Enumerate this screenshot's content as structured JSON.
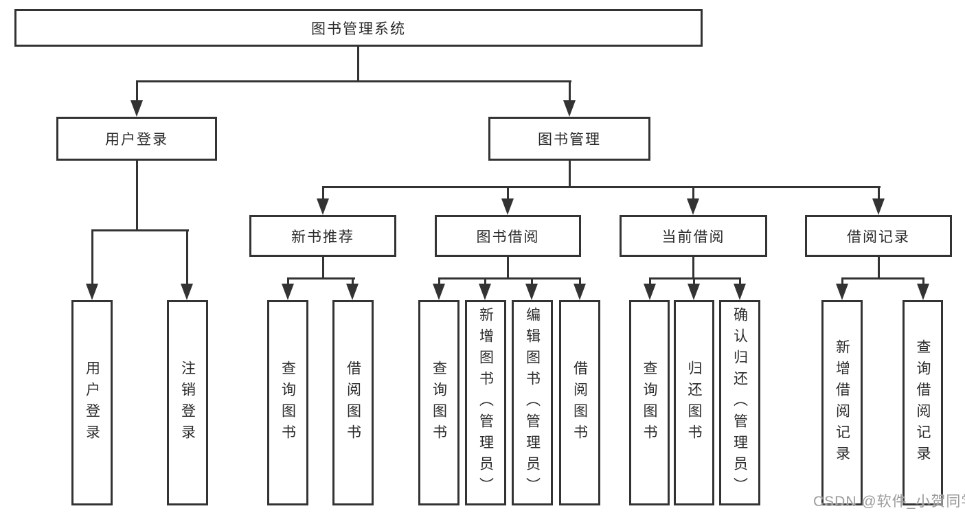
{
  "colors": {
    "line": "#333333",
    "box-border": "#333333",
    "text": "#2b2b2b",
    "background": "#ffffff",
    "watermark": "#9c9c9c"
  },
  "tree": {
    "root": {
      "label": "图书管理系统"
    },
    "branches": [
      {
        "label": "用户登录",
        "children": [
          {
            "label": "用户登录"
          },
          {
            "label": "注销登录"
          }
        ]
      },
      {
        "label": "图书管理",
        "groups": [
          {
            "label": "新书推荐",
            "children": [
              {
                "label": "查询图书"
              },
              {
                "label": "借阅图书"
              }
            ]
          },
          {
            "label": "图书借阅",
            "children": [
              {
                "label": "查询图书"
              },
              {
                "label": "新增图书（管理员）"
              },
              {
                "label": "编辑图书（管理员）"
              },
              {
                "label": "借阅图书"
              }
            ]
          },
          {
            "label": "当前借阅",
            "children": [
              {
                "label": "查询图书"
              },
              {
                "label": "归还图书"
              },
              {
                "label": "确认归还（管理员）"
              }
            ]
          },
          {
            "label": "借阅记录",
            "children": [
              {
                "label": "新增借阅记录"
              },
              {
                "label": "查询借阅记录"
              }
            ]
          }
        ]
      }
    ]
  },
  "watermark": {
    "text": "CSDN @软件_小贺同学"
  }
}
